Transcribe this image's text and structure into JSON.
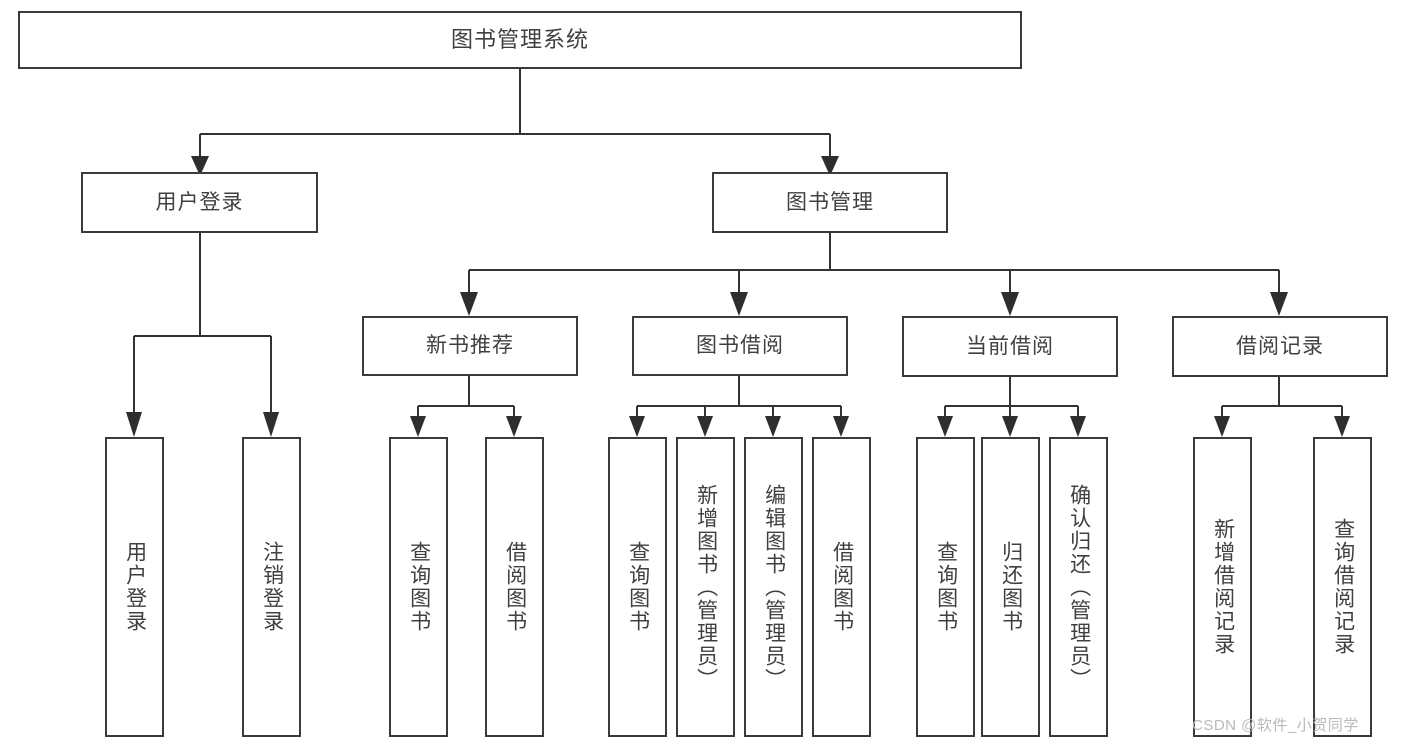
{
  "diagram": {
    "title": "图书管理系统",
    "type": "tree",
    "orientation": "top-down",
    "colors": {
      "box_border": "#3b3b3b",
      "box_fill": "#ffffff",
      "text": "#404040",
      "connector": "#333333",
      "background": "#ffffff",
      "watermark": "#b9b9b9"
    },
    "watermark": "CSDN @软件_小贺同学",
    "nodes": {
      "root": {
        "label": "图书管理系统",
        "level": 0
      },
      "user_login": {
        "label": "用户登录",
        "level": 1
      },
      "book_manage": {
        "label": "图书管理",
        "level": 1
      },
      "new_book_rec": {
        "label": "新书推荐",
        "level": 2
      },
      "book_borrow": {
        "label": "图书借阅",
        "level": 2
      },
      "current_borrow": {
        "label": "当前借阅",
        "level": 2
      },
      "borrow_record": {
        "label": "借阅记录",
        "level": 2
      },
      "leaf_user_login": {
        "label": "用户登录",
        "level": 3
      },
      "leaf_logout": {
        "label": "注销登录",
        "level": 3
      },
      "leaf_query_book_1": {
        "label": "查询图书",
        "level": 3
      },
      "leaf_borrow_book_1": {
        "label": "借阅图书",
        "level": 3
      },
      "leaf_query_book_2": {
        "label": "查询图书",
        "level": 3
      },
      "leaf_add_book": {
        "label": "新增图书（管理员）",
        "level": 3
      },
      "leaf_edit_book": {
        "label": "编辑图书（管理员）",
        "level": 3
      },
      "leaf_borrow_book_2": {
        "label": "借阅图书",
        "level": 3
      },
      "leaf_query_book_3": {
        "label": "查询图书",
        "level": 3
      },
      "leaf_return_book": {
        "label": "归还图书",
        "level": 3
      },
      "leaf_confirm_return": {
        "label": "确认归还（管理员）",
        "level": 3
      },
      "leaf_add_record": {
        "label": "新增借阅记录",
        "level": 3
      },
      "leaf_query_record": {
        "label": "查询借阅记录",
        "level": 3
      }
    },
    "edges": [
      {
        "from": "root",
        "to": "user_login"
      },
      {
        "from": "root",
        "to": "book_manage"
      },
      {
        "from": "user_login",
        "to": "leaf_user_login"
      },
      {
        "from": "user_login",
        "to": "leaf_logout"
      },
      {
        "from": "book_manage",
        "to": "new_book_rec"
      },
      {
        "from": "book_manage",
        "to": "book_borrow"
      },
      {
        "from": "book_manage",
        "to": "current_borrow"
      },
      {
        "from": "book_manage",
        "to": "borrow_record"
      },
      {
        "from": "new_book_rec",
        "to": "leaf_query_book_1"
      },
      {
        "from": "new_book_rec",
        "to": "leaf_borrow_book_1"
      },
      {
        "from": "book_borrow",
        "to": "leaf_query_book_2"
      },
      {
        "from": "book_borrow",
        "to": "leaf_add_book"
      },
      {
        "from": "book_borrow",
        "to": "leaf_edit_book"
      },
      {
        "from": "book_borrow",
        "to": "leaf_borrow_book_2"
      },
      {
        "from": "current_borrow",
        "to": "leaf_query_book_3"
      },
      {
        "from": "current_borrow",
        "to": "leaf_return_book"
      },
      {
        "from": "current_borrow",
        "to": "leaf_confirm_return"
      },
      {
        "from": "borrow_record",
        "to": "leaf_add_record"
      },
      {
        "from": "borrow_record",
        "to": "leaf_query_record"
      }
    ]
  }
}
